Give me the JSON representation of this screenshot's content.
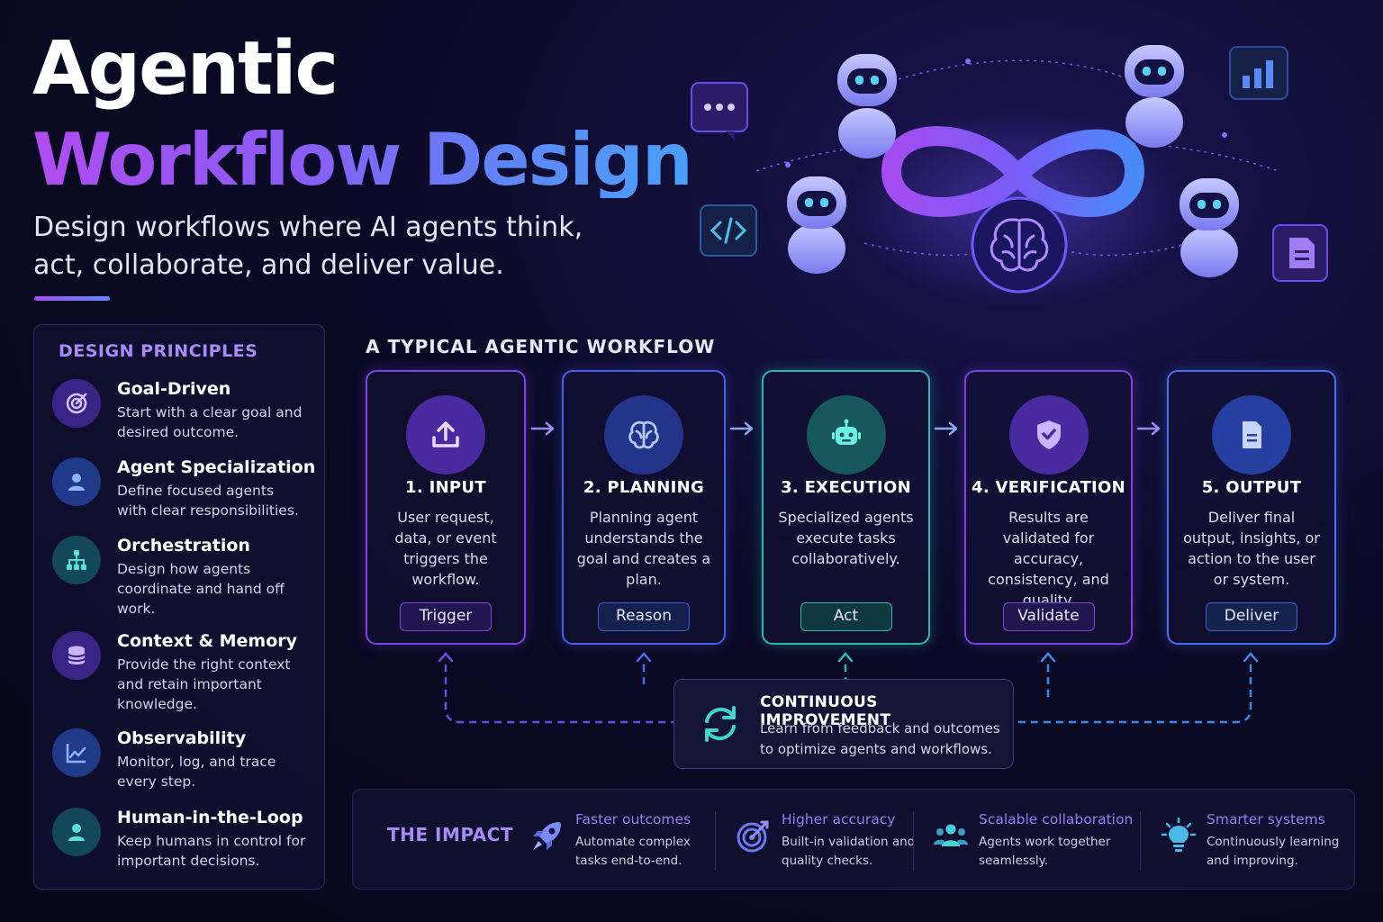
{
  "header": {
    "title_line1": "Agentic",
    "title_line2": "Workflow Design",
    "subtitle": "Design workflows where AI agents think, act, collaborate, and deliver value."
  },
  "hero": {
    "icons": [
      "chat-bubble-icon",
      "code-icon",
      "bar-chart-icon",
      "document-icon",
      "infinity-loop-icon",
      "brain-icon",
      "robot-icon"
    ]
  },
  "principles": {
    "title": "DESIGN PRINCIPLES",
    "items": [
      {
        "name": "Goal-Driven",
        "desc": "Start with a clear goal and desired outcome.",
        "icon": "target-icon"
      },
      {
        "name": "Agent Specialization",
        "desc": "Define focused agents with clear responsibilities.",
        "icon": "person-icon"
      },
      {
        "name": "Orchestration",
        "desc": "Design how agents coordinate and hand off work.",
        "icon": "network-icon"
      },
      {
        "name": "Context & Memory",
        "desc": "Provide the right context and retain important knowledge.",
        "icon": "database-icon"
      },
      {
        "name": "Observability",
        "desc": "Monitor, log, and trace every step.",
        "icon": "line-chart-icon"
      },
      {
        "name": "Human-in-the-Loop",
        "desc": "Keep humans in control for important decisions.",
        "icon": "person-icon"
      }
    ]
  },
  "workflow": {
    "heading": "A TYPICAL AGENTIC WORKFLOW",
    "steps": [
      {
        "title": "1. INPUT",
        "desc": "User request, data, or event triggers the workflow.",
        "tag": "Trigger",
        "icon": "upload-icon",
        "color": "#8a4cf0"
      },
      {
        "title": "2. PLANNING",
        "desc": "Planning agent understands the goal and creates a plan.",
        "tag": "Reason",
        "icon": "brain-icon",
        "color": "#5a6df2"
      },
      {
        "title": "3. EXECUTION",
        "desc": "Specialized agents execute tasks collaboratively.",
        "tag": "Act",
        "icon": "robot-icon",
        "color": "#2fc7c0"
      },
      {
        "title": "4. VERIFICATION",
        "desc": "Results are validated for accuracy, consistency, and quality.",
        "tag": "Validate",
        "icon": "shield-check-icon",
        "color": "#8a4cf0"
      },
      {
        "title": "5. OUTPUT",
        "desc": "Deliver final output, insights, or action to the user or system.",
        "tag": "Deliver",
        "icon": "document-icon",
        "color": "#4a78f0"
      }
    ],
    "improvement": {
      "title": "CONTINUOUS IMPROVEMENT",
      "desc": "Learn from feedback and outcomes to optimize agents and workflows.",
      "icon": "refresh-cycle-icon"
    }
  },
  "impact": {
    "title": "THE IMPACT",
    "items": [
      {
        "name": "Faster outcomes",
        "desc": "Automate complex tasks end-to-end.",
        "icon": "rocket-icon"
      },
      {
        "name": "Higher accuracy",
        "desc": "Built-in validation and quality checks.",
        "icon": "target-icon"
      },
      {
        "name": "Scalable collaboration",
        "desc": "Agents work together seamlessly.",
        "icon": "team-icon"
      },
      {
        "name": "Smarter systems",
        "desc": "Continuously learning and improving.",
        "icon": "lightbulb-icon"
      }
    ]
  }
}
